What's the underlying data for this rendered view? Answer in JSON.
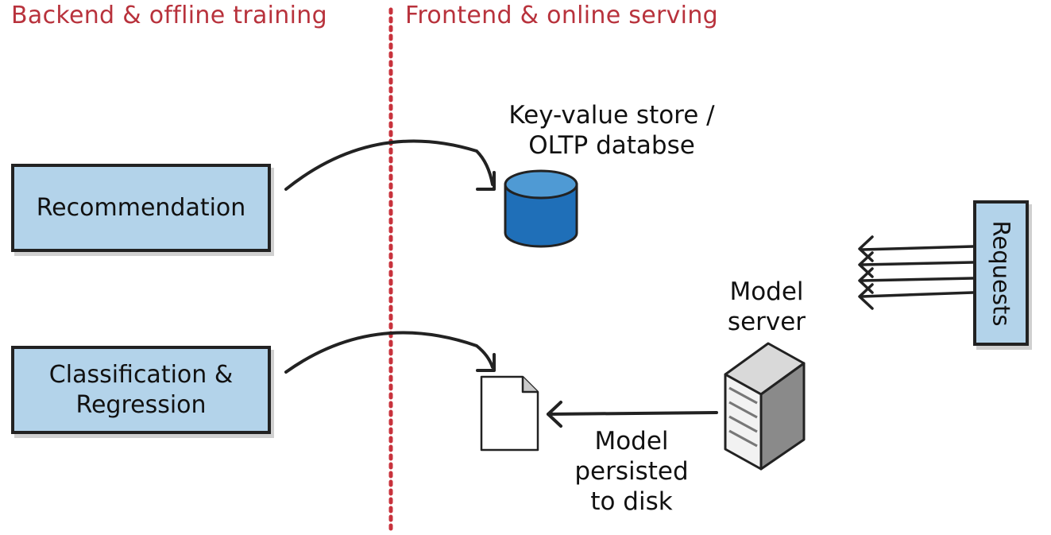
{
  "sections": {
    "left_title": "Backend & offline training",
    "right_title": "Frontend & online serving"
  },
  "boxes": {
    "recommendation": "Recommendation",
    "classification_line1": "Classification &",
    "classification_line2": "Regression",
    "requests": "Requests"
  },
  "labels": {
    "kv_line1": "Key-value store /",
    "kv_line2": "OLTP databse",
    "server_line1": "Model",
    "server_line2": "server",
    "persist_line1": "Model",
    "persist_line2": "persisted",
    "persist_line3": "to disk"
  },
  "colors": {
    "title_red": "#b8323c",
    "box_fill": "#b3d3ea",
    "database_blue": "#1f6fb8",
    "divider": "#c8323c"
  },
  "icons": [
    "database-icon",
    "document-icon",
    "server-icon"
  ]
}
